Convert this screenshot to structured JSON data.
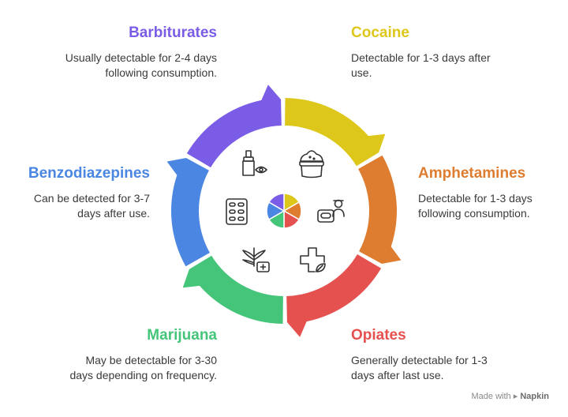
{
  "segments": [
    {
      "title": "Cocaine",
      "desc": "Detectable for 1-3 days after use.",
      "color": "#ddc71a",
      "icon": "sack-powder-icon"
    },
    {
      "title": "Amphetamines",
      "desc": "Detectable for 1-3 days following consumption.",
      "color": "#de7c2f",
      "icon": "pills-box-person-icon"
    },
    {
      "title": "Opiates",
      "desc": "Generally detectable for 1-3 days after last use.",
      "color": "#e5514f",
      "icon": "medical-cross-leaf-icon"
    },
    {
      "title": "Marijuana",
      "desc": "May be detectable for 3-30 days depending on frequency.",
      "color": "#45c57a",
      "icon": "cannabis-leaf-kit-icon"
    },
    {
      "title": "Benzodiazepines",
      "desc": "Can be detected for 3-7 days after use.",
      "color": "#4a86e2",
      "icon": "pill-blister-icon"
    },
    {
      "title": "Barbiturates",
      "desc": "Usually detectable for 2-4 days following consumption.",
      "color": "#7a5ce6",
      "icon": "dropper-eye-icon"
    }
  ],
  "brand": {
    "made_with": "Made with",
    "name": "Napkin"
  }
}
